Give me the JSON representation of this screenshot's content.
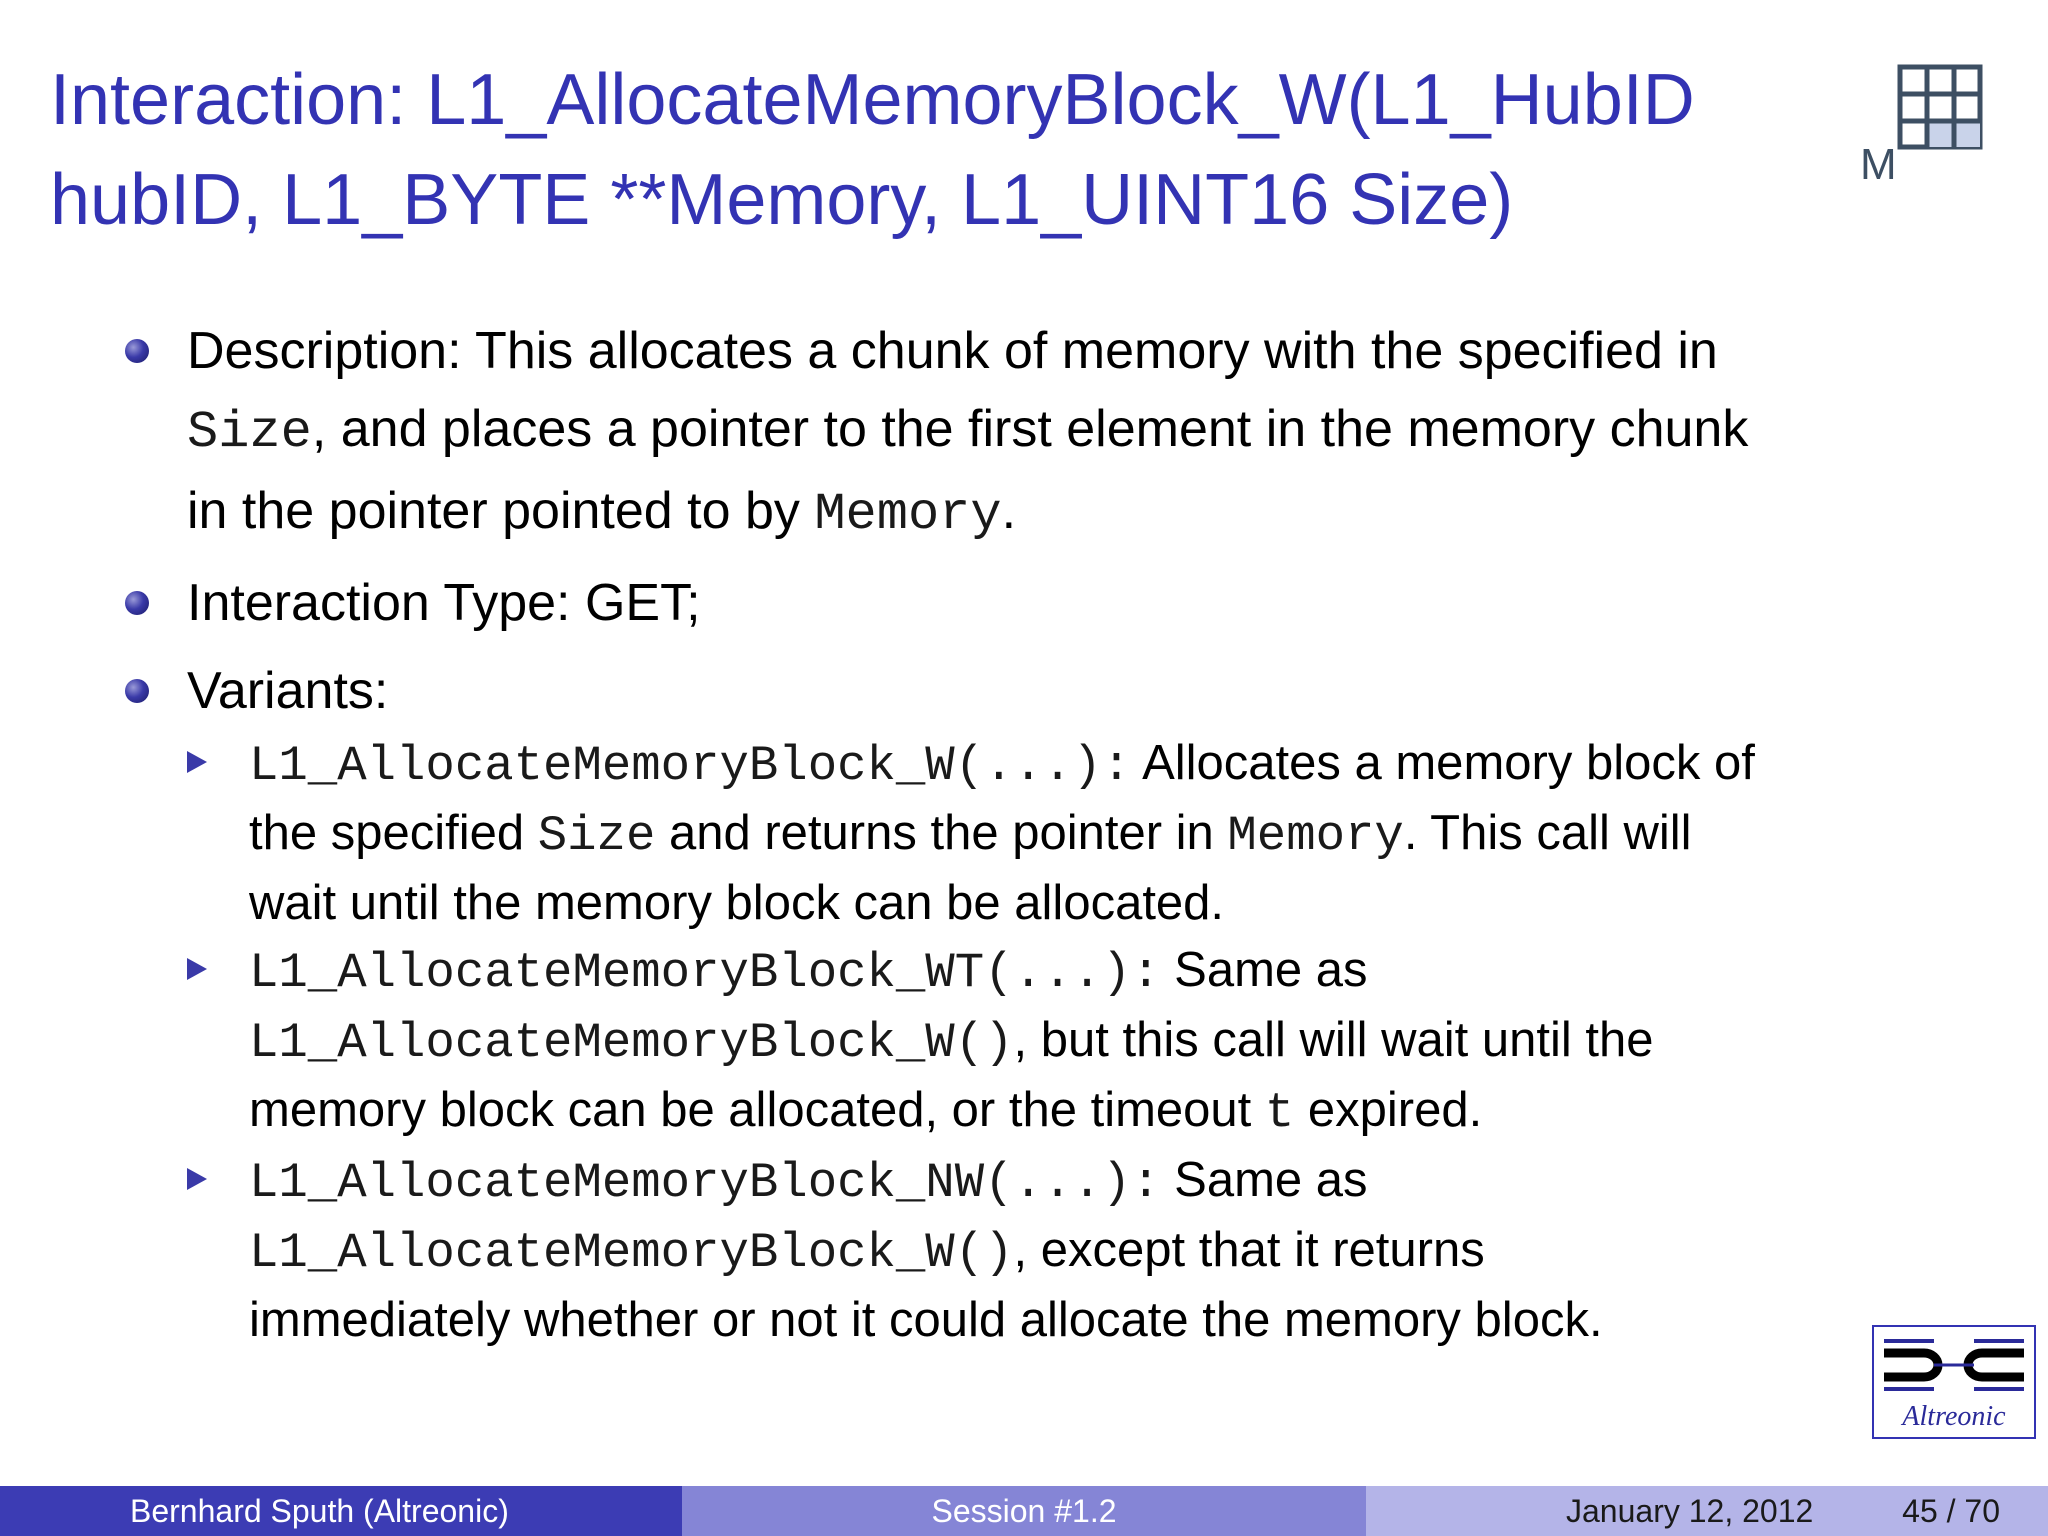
{
  "title": {
    "line1": "Interaction: L1_AllocateMemoryBlock_W(L1_HubID",
    "line2": "hubID, L1_BYTE **Memory, L1_UINT16 Size)"
  },
  "logo": {
    "letter": "M",
    "icon": "grid-logo-icon"
  },
  "bullets": {
    "description": {
      "l1": "Description: This allocates a chunk of memory with the specified in",
      "l2_code": "Size",
      "l2_text": ", and places a pointer to the first element in the memory chunk",
      "l3_text": "in the pointer pointed to by ",
      "l3_code": "Memory",
      "l3_end": "."
    },
    "interaction_type": "Interaction Type: GET;",
    "variants_label": "Variants:"
  },
  "variants": [
    {
      "l1_code": "L1_AllocateMemoryBlock_W(...):",
      "l1_text": " Allocates a memory block of",
      "l2_a": "the specified ",
      "l2_code1": "Size",
      "l2_b": " and returns the pointer in ",
      "l2_code2": "Memory",
      "l2_c": ". This call will",
      "l3": "wait until the memory block can be allocated."
    },
    {
      "l1_code": "L1_AllocateMemoryBlock_WT(...):",
      "l1_text": " Same as",
      "l2_code": "L1_AllocateMemoryBlock_W()",
      "l2_text": ", but this call will wait until the",
      "l3_a": "memory block can be allocated, or the timeout ",
      "l3_code": "t",
      "l3_b": " expired."
    },
    {
      "l1_code": "L1_AllocateMemoryBlock_NW(...):",
      "l1_text": " Same as",
      "l2_code": "L1_AllocateMemoryBlock_W()",
      "l2_text": ", except that it returns",
      "l3": "immediately whether or not it could allocate the memory block."
    }
  ],
  "brand": {
    "name": "Altreonic",
    "icon": "altreonic-logo-icon"
  },
  "footer": {
    "author": "Bernhard Sputh  (Altreonic)",
    "session": "Session #1.2",
    "date": "January 12, 2012",
    "page": "45 / 70"
  },
  "colors": {
    "title": "#3333b3",
    "footer_dark": "#3c3cb4",
    "footer_mid": "#8585d6",
    "footer_light": "#b4b4e8"
  }
}
